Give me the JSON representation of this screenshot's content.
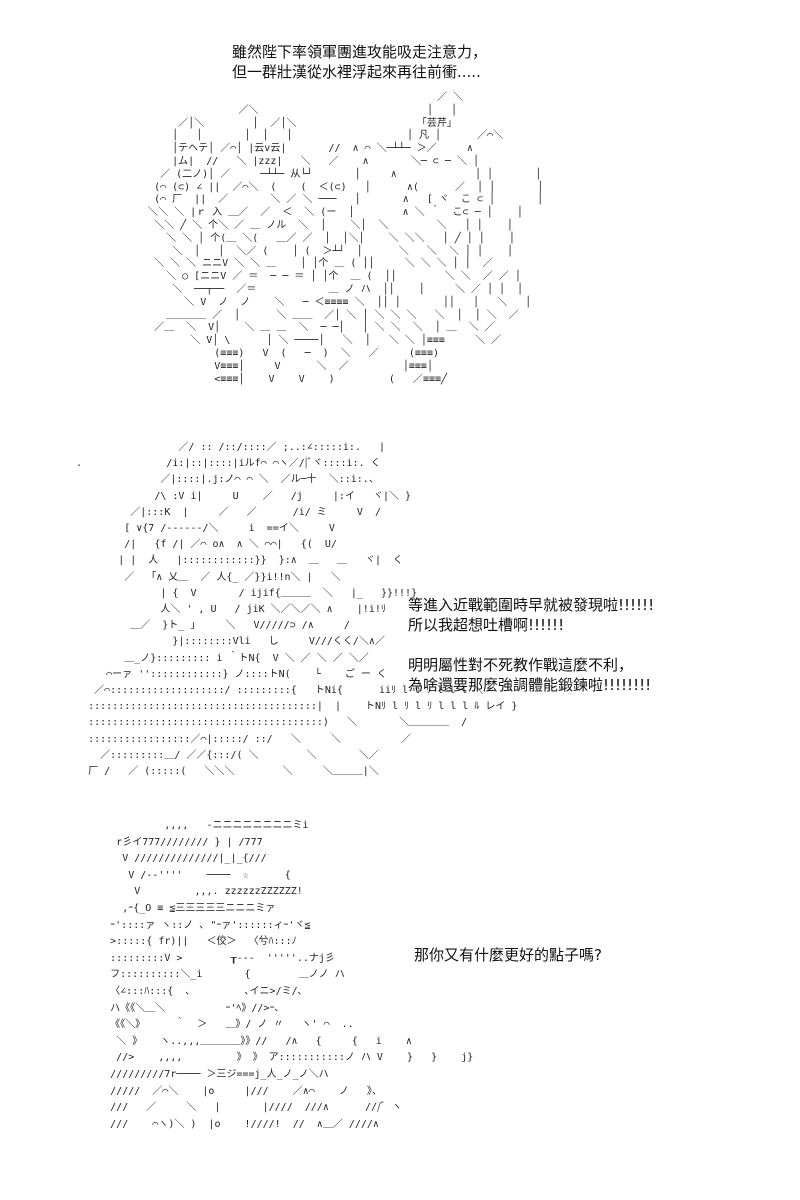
{
  "captions": {
    "top": "雖然陛下率領軍團進攻能吸走注意力，\n但一群壯漢從水裡浮起來再往前衝.....",
    "middle": "等進入近戰範圍時早就被發現啦!!!!!!\n所以我超想吐槽啊!!!!!!\n\n明明屬性對不死教作戰這麼不利，\n為啥還要那麼強調體能鍛鍊啦!!!!!!!!",
    "bottom": "那你又有什麼更好的點子嗎?"
  },
  "art_labels": {
    "panel_1_left_sign": "テヘテ",
    "panel_1_left_mark": "ム",
    "panel_1_center_sign": "云v云",
    "panel_1_center_mark": "zzz",
    "panel_1_right_sign": "芸芹",
    "panel_1_right_mark": "凡",
    "panel_3_star": "☆",
    "panel_3_zzz": "zzzzzzZZZZZZ!"
  }
}
